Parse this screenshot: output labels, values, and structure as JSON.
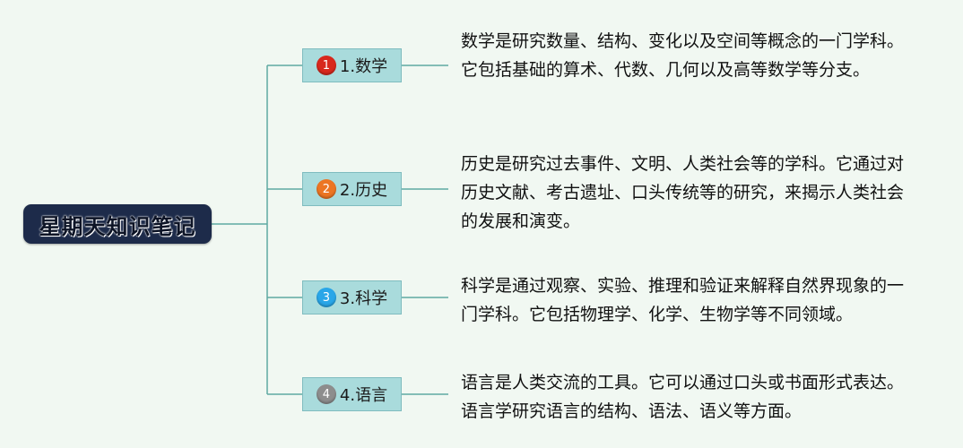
{
  "root": {
    "label": "星期天知识笔记"
  },
  "branches": [
    {
      "number": "1",
      "label": "1.数学",
      "badge_color": "#d8281d",
      "description": "数学是研究数量、结构、变化以及空间等概念的一门学科。它包括基础的算术、代数、几何以及高等数学等分支。"
    },
    {
      "number": "2",
      "label": "2.历史",
      "badge_color": "#ec7523",
      "description": "历史是研究过去事件、文明、人类社会等的学科。它通过对历史文献、考古遗址、口头传统等的研究，来揭示人类社会的发展和演变。"
    },
    {
      "number": "3",
      "label": "3.科学",
      "badge_color": "#29a6e8",
      "description": "科学是通过观察、实验、推理和验证来解释自然界现象的一门学科。它包括物理学、化学、生物学等不同领域。"
    },
    {
      "number": "4",
      "label": "4.语言",
      "badge_color": "#8d8d8d",
      "description": "语言是人类交流的工具。它可以通过口头或书面形式表达。语言学研究语言的结构、语法、语义等方面。"
    }
  ],
  "colors": {
    "background": "#f1f8f2",
    "root_fill": "#1d2b4a",
    "branch_fill": "#a9dbdc",
    "connector": "#5fa9a2"
  }
}
